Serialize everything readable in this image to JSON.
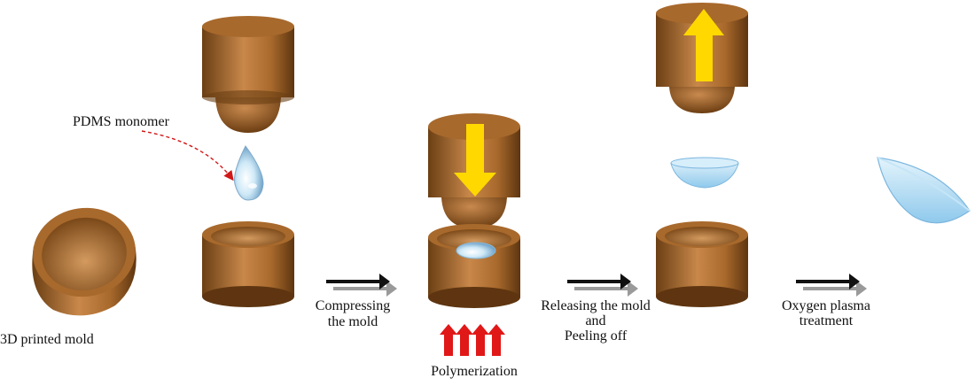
{
  "labels": {
    "pdms_monomer": "PDMS monomer",
    "printed_mold": "3D printed mold",
    "compress_1": "Compressing",
    "compress_2": "the mold",
    "polymerization": "Polymerization",
    "release_1": "Releasing the mold",
    "release_2": "and",
    "release_3": "Peeling off",
    "plasma_1": "Oxygen plasma",
    "plasma_2": "treatment"
  },
  "colors": {
    "wood_dark": "#6b3f14",
    "wood_mid": "#a8692c",
    "wood_light": "#c9884a",
    "yellow_arrow": "#ffd800",
    "red_arrow": "#e01818",
    "lens_blue": "#a9d8f2"
  }
}
